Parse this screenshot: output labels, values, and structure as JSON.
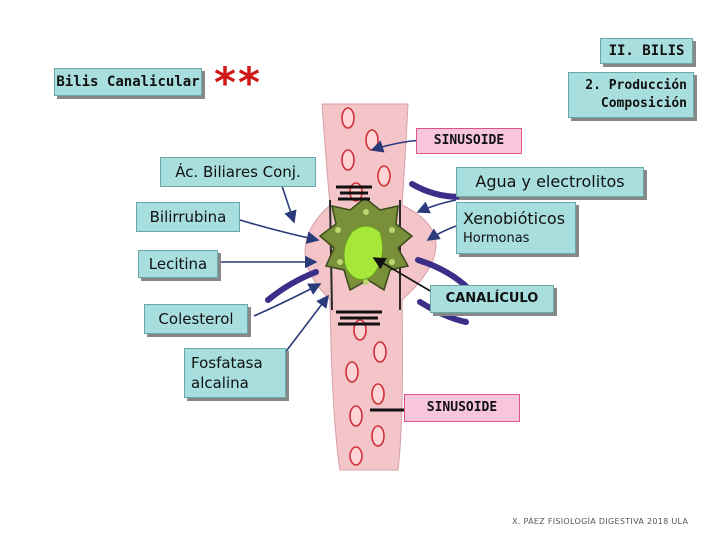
{
  "header": {
    "section": "II. BILIS",
    "topic": "Bilis Canalicular",
    "stars": "**"
  },
  "subtitle": {
    "line1": "2. Producción",
    "line2": "Composición"
  },
  "labels": {
    "sinusoide_top": "SINUSOIDE",
    "ac_biliares": "Ác. Biliares Conj.",
    "agua": "Agua y electrolitos",
    "bilirrubina": "Bilirrubina",
    "xenobioticos": "Xenobióticos",
    "hormonas": "Hormonas",
    "lecitina": "Lecitina",
    "canaliculo": "CANALÍCULO",
    "colesterol": "Colesterol",
    "fosfatasa_line1": "Fosfatasa",
    "fosfatasa_line2": "alcalina",
    "sinusoide_bottom": "SINUSOIDE"
  },
  "footer": "X. PÁEZ  FISIOLOGÍA DIGESTIVA 2018 ULA",
  "colors": {
    "teal": "#a8dede",
    "pink": "#f7c6dc",
    "stars": "#d01818",
    "vessel": "#f3c4c8",
    "cell": "#7a8f3a",
    "canaliculus": "#a6e83a",
    "membrane": "#3b2f8a"
  }
}
